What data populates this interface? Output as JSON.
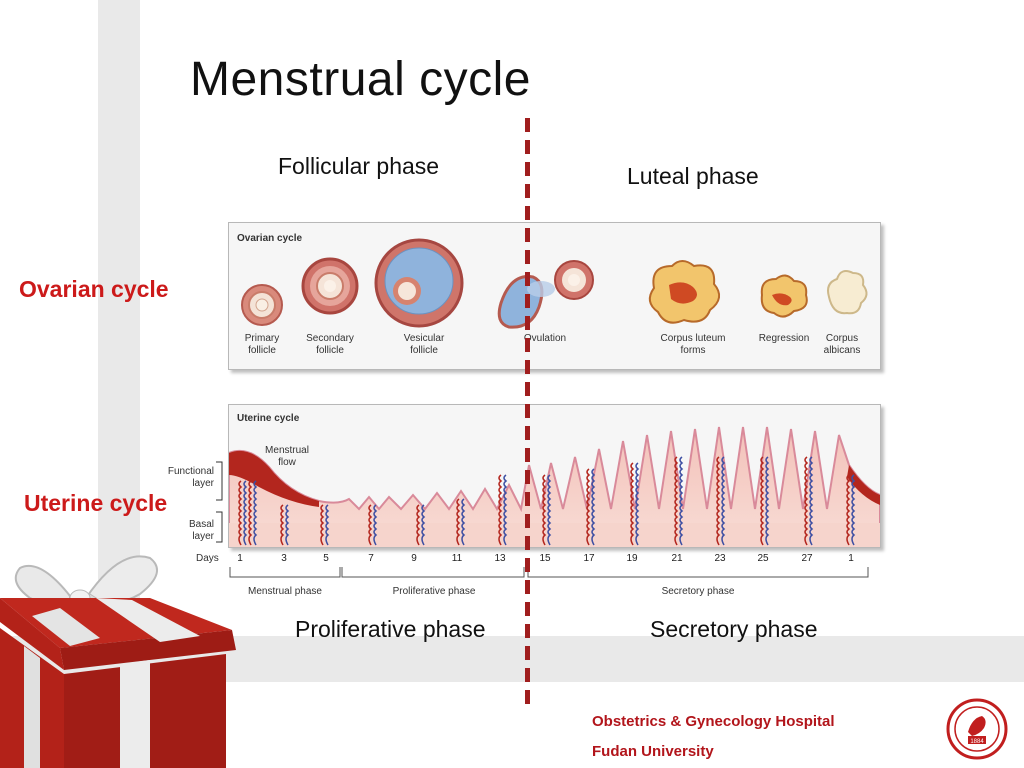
{
  "slide": {
    "title": "Menstrual cycle",
    "follicular_phase": "Follicular phase",
    "luteal_phase": "Luteal phase",
    "ovarian_cycle_label": "Ovarian cycle",
    "uterine_cycle_label": "Uterine cycle",
    "proliferative_phase": "Proliferative phase",
    "secretory_phase": "Secretory phase"
  },
  "ovarian_panel": {
    "title": "Ovarian cycle",
    "stages": [
      {
        "line1": "Primary",
        "line2": "follicle"
      },
      {
        "line1": "Secondary",
        "line2": "follicle"
      },
      {
        "line1": "Vesicular",
        "line2": "follicle"
      },
      {
        "line1": "Ovulation",
        "line2": ""
      },
      {
        "line1": "Corpus luteum",
        "line2": "forms"
      },
      {
        "line1": "Regression",
        "line2": ""
      },
      {
        "line1": "Corpus",
        "line2": "albicans"
      }
    ]
  },
  "uterine_panel": {
    "title": "Uterine cycle",
    "menstrual_flow": {
      "line1": "Menstrual",
      "line2": "flow"
    },
    "functional_layer": {
      "line1": "Functional",
      "line2": "layer"
    },
    "basal_layer": {
      "line1": "Basal",
      "line2": "layer"
    },
    "days_label": "Days",
    "days": [
      "1",
      "3",
      "5",
      "7",
      "9",
      "11",
      "13",
      "15",
      "17",
      "19",
      "21",
      "23",
      "25",
      "27",
      "1"
    ],
    "phases": [
      "Menstrual phase",
      "Proliferative phase",
      "Secretory phase"
    ]
  },
  "footer": {
    "line1": "Obstetrics & Gynecology Hospital",
    "line2": "Fudan University",
    "logo_year": "1884"
  },
  "colors": {
    "accent_red": "#cc1a1a",
    "footer_red": "#b2151b",
    "divider": "#a01e1e"
  }
}
